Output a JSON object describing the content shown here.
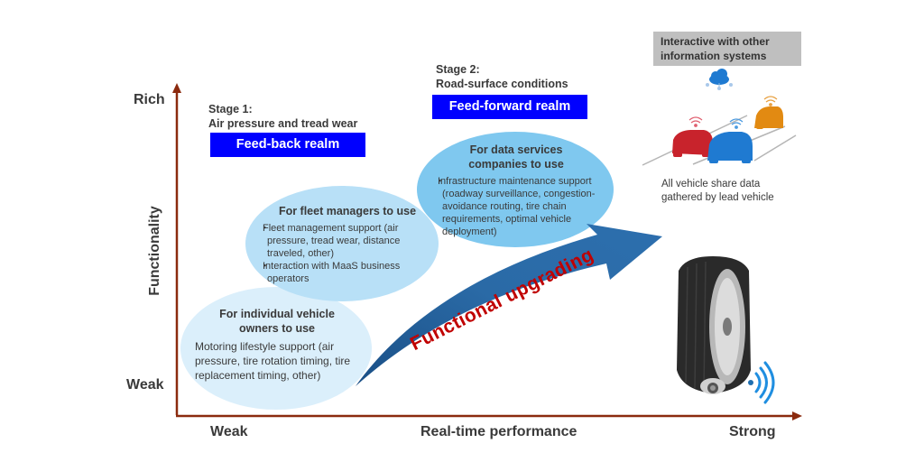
{
  "axes": {
    "y_title": "Functionality",
    "y_high": "Rich",
    "y_low": "Weak",
    "x_title": "Real-time performance",
    "x_low": "Weak",
    "x_high": "Strong",
    "axis_color": "#8b2a0e"
  },
  "stage1": {
    "title_line1": "Stage 1:",
    "title_line2": "Air pressure and tread wear",
    "realm_label": "Feed-back realm"
  },
  "stage2": {
    "title_line1": "Stage 2:",
    "title_line2": "Road-surface conditions",
    "realm_label": "Feed-forward realm"
  },
  "realm_color": "#0000ff",
  "ellipses": {
    "individual": {
      "title_line1": "For individual vehicle",
      "title_line2": "owners to use",
      "body": "Motoring lifestyle support (air pressure, tire rotation timing, tire replacement timing, other)",
      "color": "#dbeffb"
    },
    "fleet": {
      "title": "For fleet managers to use",
      "bullets": [
        "Fleet management support (air pressure, tread wear, distance traveled, other)",
        "Interaction with MaaS business operators"
      ],
      "color": "#b8e0f7"
    },
    "data_services": {
      "title_line1": "For data services",
      "title_line2": "companies to use",
      "bullets": [
        "Infrastructure maintenance support (roadway surveillance, congestion-avoidance routing, tire chain requirements, optimal vehicle deployment)"
      ],
      "color": "#7fc8ef"
    }
  },
  "arrow": {
    "label": "Functional upgrading",
    "label_color": "#c00000",
    "color": "#1f5f99"
  },
  "connected_vehicles": {
    "header_line1": "Interactive with other",
    "header_line2": "information systems",
    "caption_line1": "All vehicle share data",
    "caption_line2": "gathered by lead vehicle",
    "car_colors": [
      "#c8232c",
      "#1f7ad1",
      "#e28a12"
    ]
  },
  "icons": [
    "cloud-icon",
    "wifi-signal-icon",
    "car-icon",
    "tire-icon",
    "sensor-icon",
    "wireless-signal-icon"
  ]
}
